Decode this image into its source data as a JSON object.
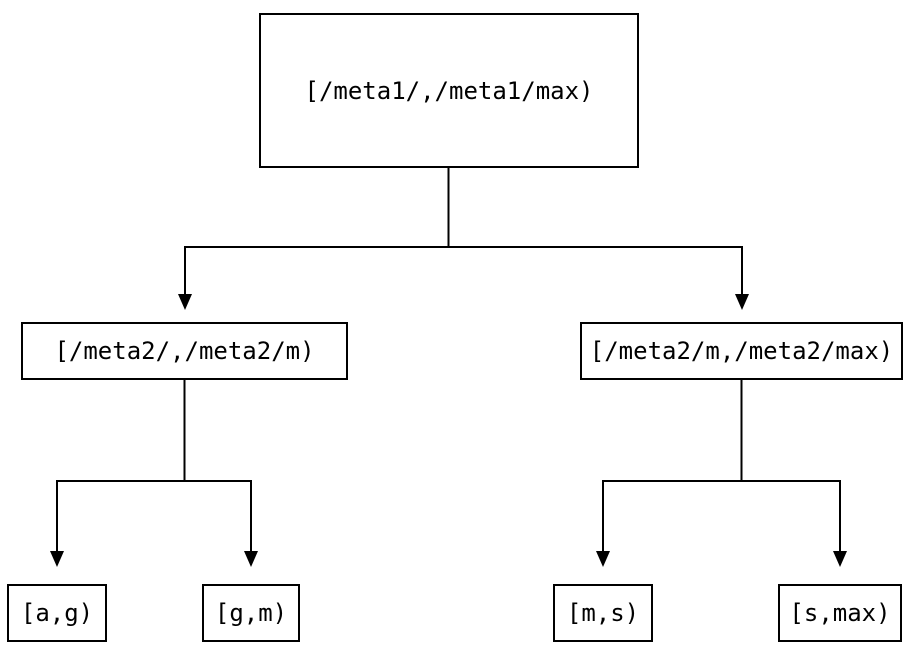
{
  "diagram": {
    "type": "tree",
    "colors": {
      "stroke": "#000000",
      "background": "#ffffff",
      "text": "#000000"
    },
    "nodes": {
      "root": {
        "label": "[/meta1/,/meta1/max)"
      },
      "left": {
        "label": "[/meta2/,/meta2/m)"
      },
      "right": {
        "label": "[/meta2/m,/meta2/max)"
      },
      "leaf_ag": {
        "label": "[a,g)"
      },
      "leaf_gm": {
        "label": "[g,m)"
      },
      "leaf_ms": {
        "label": "[m,s)"
      },
      "leaf_smax": {
        "label": "[s,max)"
      }
    },
    "edges": [
      {
        "from": "root",
        "to": "left"
      },
      {
        "from": "root",
        "to": "right"
      },
      {
        "from": "left",
        "to": "leaf_ag"
      },
      {
        "from": "left",
        "to": "leaf_gm"
      },
      {
        "from": "right",
        "to": "leaf_ms"
      },
      {
        "from": "right",
        "to": "leaf_smax"
      }
    ]
  }
}
